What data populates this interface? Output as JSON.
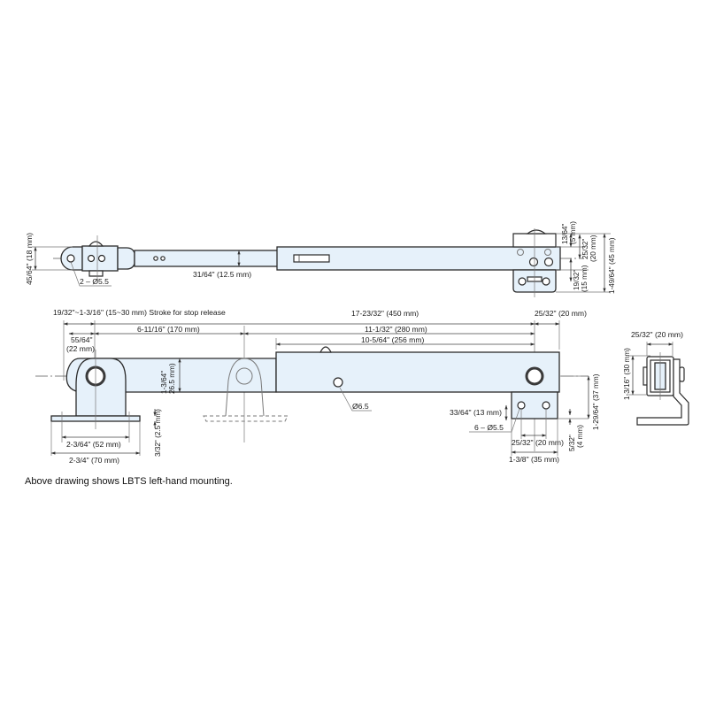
{
  "diagram": {
    "subject": "Stay with stop release (LBTS) technical drawing",
    "colors": {
      "part_fill": "#e6f1fa",
      "line": "#2b2b2b",
      "background": "#ffffff"
    },
    "top_view": {
      "height_left": "45/64\" (18 mm)",
      "holes_left": "2 – Ø5.5",
      "rod_width": "31/64\" (12.5 mm)",
      "right_13_64": "13/64\"",
      "right_5mm": "(5 mm)",
      "right_25_32": "25/32\"",
      "right_20mm": "(20 mm)",
      "right_19_32": "19/32\"",
      "right_15mm": "(15 mm)",
      "right_total": "1-49/64\" (45 mm)"
    },
    "side_view": {
      "stroke_note": "19/32\"~1-3/16\" (15~30 mm) Stroke for stop release",
      "overall_length": "17-23/32\" (450 mm)",
      "end_width": "25/32\" (20 mm)",
      "offset_top": "55/64\"",
      "offset_mm": "(22 mm)",
      "len_170": "6-11/16\" (170 mm)",
      "len_280": "11-1/32\" (280 mm)",
      "len_256": "10-5/64\" (256 mm)",
      "bar_height_in": "1-3/64\"",
      "bar_height_mm": "26.5 mm)",
      "hole_center": "Ø6.5",
      "base_thk": "3/32\" (2.5 mm)",
      "base_hole_span": "2-3/64\" (52 mm)",
      "base_total": "2-3/4\" (70 mm)",
      "plate_hole_v": "33/64\" (13 mm)",
      "plate_holes": "6 – Ø5.5",
      "plate_hole_span": "25/32\" (20 mm)",
      "plate_width": "1-3/8\" (35 mm)",
      "plate_edge_in": "5/32\"",
      "plate_edge_mm": "(4 mm)",
      "plate_height": "1-29/64\" (37 mm)"
    },
    "end_view": {
      "width": "25/32\" (20 mm)",
      "height": "1-3/16\" (30 mm)"
    },
    "caption": "Above drawing shows LBTS left-hand mounting."
  }
}
